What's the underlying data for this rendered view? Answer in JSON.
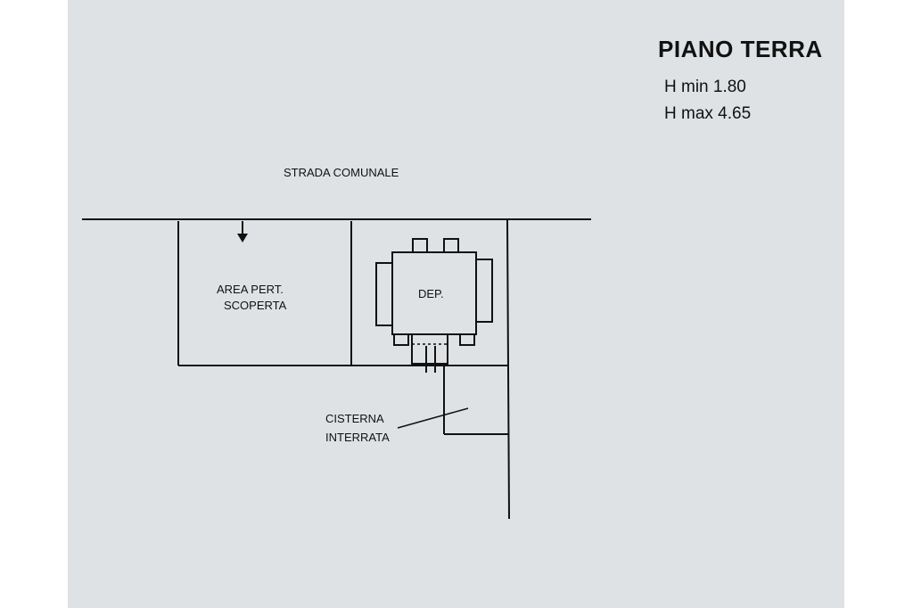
{
  "header": {
    "title": "PIANO TERRA",
    "h_min": "H min 1.80",
    "h_max": "H max 4.65"
  },
  "plan": {
    "road_label": "STRADA COMUNALE",
    "area_label_line1": "AREA PERT.",
    "area_label_line2": "SCOPERTA",
    "deposit_label": "DEP.",
    "cistern_label_line1": "CISTERNA",
    "cistern_label_line2": "INTERRATA"
  },
  "colors": {
    "paper": "#dfe2e4",
    "ink": "#111111"
  }
}
